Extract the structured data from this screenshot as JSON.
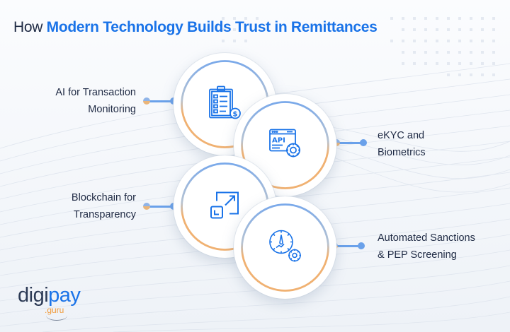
{
  "title": {
    "prefix": "How",
    "highlight": "Modern Technology Builds Trust in Remittances"
  },
  "colors": {
    "accent_blue": "#1a73e8",
    "ring_blue": "#7aa9ea",
    "ring_orange": "#f0b172",
    "text_dark": "#1f2a44",
    "background": "#f3f6fa"
  },
  "items": [
    {
      "label_line1": "AI for Transaction",
      "label_line2": "Monitoring",
      "icon": "clipboard-checklist-dollar-icon",
      "side": "left"
    },
    {
      "label_line1": "eKYC and",
      "label_line2": "Biometrics",
      "icon": "api-window-gear-icon",
      "side": "right"
    },
    {
      "label_line1": "Blockchain for",
      "label_line2": "Transparency",
      "icon": "expand-arrow-squares-icon",
      "side": "left"
    },
    {
      "label_line1": "Automated Sanctions",
      "label_line2": "& PEP Screening",
      "icon": "gauge-gear-icon",
      "side": "right"
    }
  ],
  "logo": {
    "part1": "digi",
    "part2": "pay",
    "suffix": ".guru"
  }
}
